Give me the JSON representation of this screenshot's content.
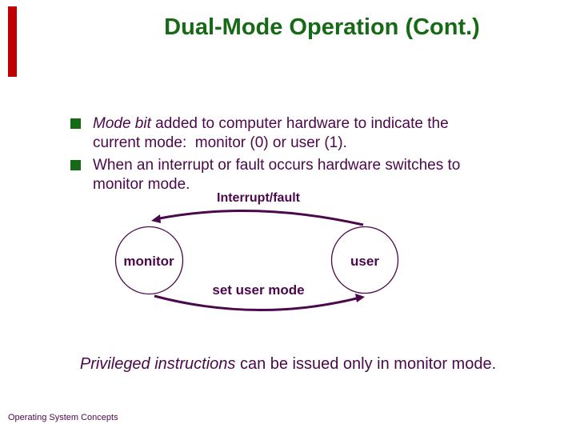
{
  "slide": {
    "title": "Dual-Mode Operation (Cont.)",
    "bullets": [
      {
        "em": "Mode bit",
        "rest": " added to computer hardware to indicate the\ncurrent mode:  monitor (0) or user (1)."
      },
      {
        "em": "",
        "rest": "When an interrupt or fault occurs hardware switches to\nmonitor mode."
      }
    ],
    "diagram": {
      "states": [
        {
          "label": "monitor"
        },
        {
          "label": "user"
        }
      ],
      "transitions": [
        {
          "label": "Interrupt/fault",
          "from": "user",
          "to": "monitor",
          "position": "top"
        },
        {
          "label": "set user mode",
          "from": "monitor",
          "to": "user",
          "position": "bottom"
        }
      ]
    },
    "note": {
      "em": "Privileged instructions",
      "rest": " can be issued only in monitor mode."
    },
    "footer": "Operating System Concepts",
    "colors": {
      "title_green": "#166a16",
      "bullet_green": "#166a16",
      "body_purple": "#4b084b",
      "accent_red": "#c00000"
    }
  }
}
